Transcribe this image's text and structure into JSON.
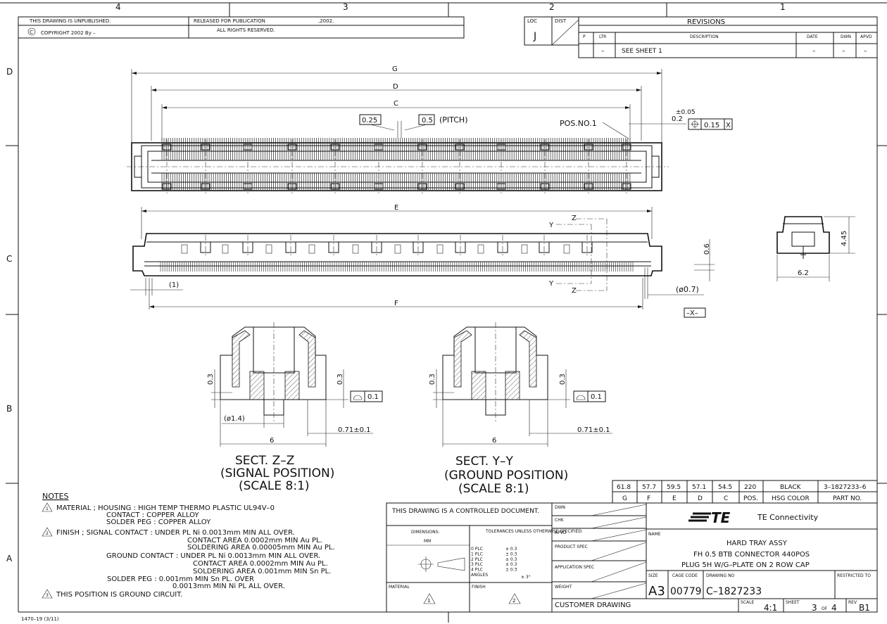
{
  "zones": {
    "top": [
      "4",
      "3",
      "2",
      "1"
    ],
    "side": [
      "D",
      "C",
      "B",
      "A"
    ]
  },
  "header": {
    "unpublished": "THIS DRAWING IS UNPUBLISHED.",
    "copyright": "COPYRIGHT 2002  By –",
    "released": "RELEASED FOR PUBLICATION",
    "year": ",2002.",
    "rights": "ALL RIGHTS RESERVED.",
    "loc_label": "LOC",
    "loc": "J",
    "dist_label": "DIST"
  },
  "revisions": {
    "title": "REVISIONS",
    "headers": [
      "P",
      "LTR",
      "DESCRIPTION",
      "DATE",
      "DWN",
      "APVD"
    ],
    "row": [
      "–",
      "SEE SHEET 1",
      "–",
      "–",
      "–"
    ]
  },
  "dims": {
    "G": "G",
    "D": "D",
    "C": "C",
    "E": "E",
    "F": "F",
    "d025": "0.25",
    "d05": "0.5",
    "pitch": "(PITCH)",
    "posno": "POS.NO.1",
    "tol005": "±0.05",
    "d02": "0.2",
    "tolframe": "0.15",
    "datum": "X",
    "one": "(1)",
    "dia07": "(ø0.7)",
    "datumX": "–X–",
    "d06": "0.6",
    "d445": "4.45",
    "d62": "6.2",
    "Y": "Y",
    "Z": "Z",
    "d03": "0.3",
    "d01": "0.1",
    "dia14": "(ø1.4)",
    "d071": "0.71±0.1",
    "d6": "6"
  },
  "sections": [
    {
      "name": "SECT. Z–Z",
      "sub": "(SIGNAL POSITION)",
      "scale": "(SCALE 8:1)"
    },
    {
      "name": "SECT. Y–Y",
      "sub": "(GROUND POSITION)",
      "scale": "(SCALE 8:1)"
    }
  ],
  "dimtable": {
    "values": [
      "61.8",
      "57.7",
      "59.5",
      "57.1",
      "54.5",
      "220",
      "BLACK",
      "3–1827233–6"
    ],
    "headers": [
      "G",
      "F",
      "E",
      "D",
      "C",
      "POS.",
      "HSG COLOR",
      "PART NO."
    ]
  },
  "notes": {
    "title": "NOTES",
    "lines": [
      "MATERIAL ;  HOUSING  :  HIGH TEMP THERMO PLASTIC UL94V–0",
      "CONTACT : COPPER ALLOY",
      "SOLDER PEG   :  COPPER ALLOY",
      "FINISH  ;     SIGNAL CONTACT  :  UNDER PL Ni 0.0013mm MIN ALL OVER.",
      "CONTACT AREA 0.0002mm MIN Au PL.",
      "SOLDERING AREA 0.00005mm MIN Au PL.",
      "GROUND CONTACT  :  UNDER PL Ni 0.0013mm MIN ALL OVER.",
      "CONTACT AREA 0.0002mm MIN Au PL.",
      "SOLDERING AREA 0.001mm MIN Sn PL.",
      "SOLDER PEG  :  0.001mm MIN Sn PL. OVER",
      "0.0013mm MIN Ni PL ALL OVER.",
      "THIS POSITION IS GROUND CIRCUIT."
    ],
    "flags": [
      "1",
      "2",
      "3"
    ]
  },
  "titleblock": {
    "controlled": "THIS DRAWING IS A CONTROLLED DOCUMENT.",
    "dimensions": "DIMENSIONS:",
    "mm": "MM",
    "tol_title": "TOLERANCES UNLESS OTHERWISE SPECIFIED:",
    "plc": [
      "0 PLC",
      "1 PLC",
      "2 PLC",
      "3 PLC",
      "4 PLC",
      "ANGLES"
    ],
    "plc_val": [
      "± 0.3",
      "± 0.3",
      "± 0.3",
      "± 0.3",
      "± 0.3",
      "± 3°"
    ],
    "material": "MATERIAL",
    "finish": "FINISH",
    "mat_flag": "1",
    "fin_flag": "2",
    "dwn": "DWN",
    "chk": "CHK",
    "apvd": "APVD",
    "product_spec": "PRODUCT SPEC",
    "application_spec": "APPLICATION SPEC",
    "weight": "WEIGHT",
    "company": "TE Connectivity",
    "logo": "TE",
    "name_label": "NAME",
    "name": [
      "HARD TRAY ASSY",
      "FH 0.5 BTB CONNECTOR 440POS",
      "PLUG 5H W/G–PLATE ON 2 ROW CAP"
    ],
    "size_label": "SIZE",
    "size": "A3",
    "cage_label": "CAGE CODE",
    "cage": "00779",
    "dwgno_label": "DRAWING NO",
    "dwgno": "C–1827233",
    "restricted": "RESTRICTED TO",
    "customer": "CUSTOMER DRAWING",
    "scale_label": "SCALE",
    "scale": "4:1",
    "sheet_label": "SHEET",
    "sheet": "3",
    "of": "OF",
    "sheets": "4",
    "rev_label": "REV",
    "rev": "B1"
  },
  "footer": "1470–19  (3/11)"
}
